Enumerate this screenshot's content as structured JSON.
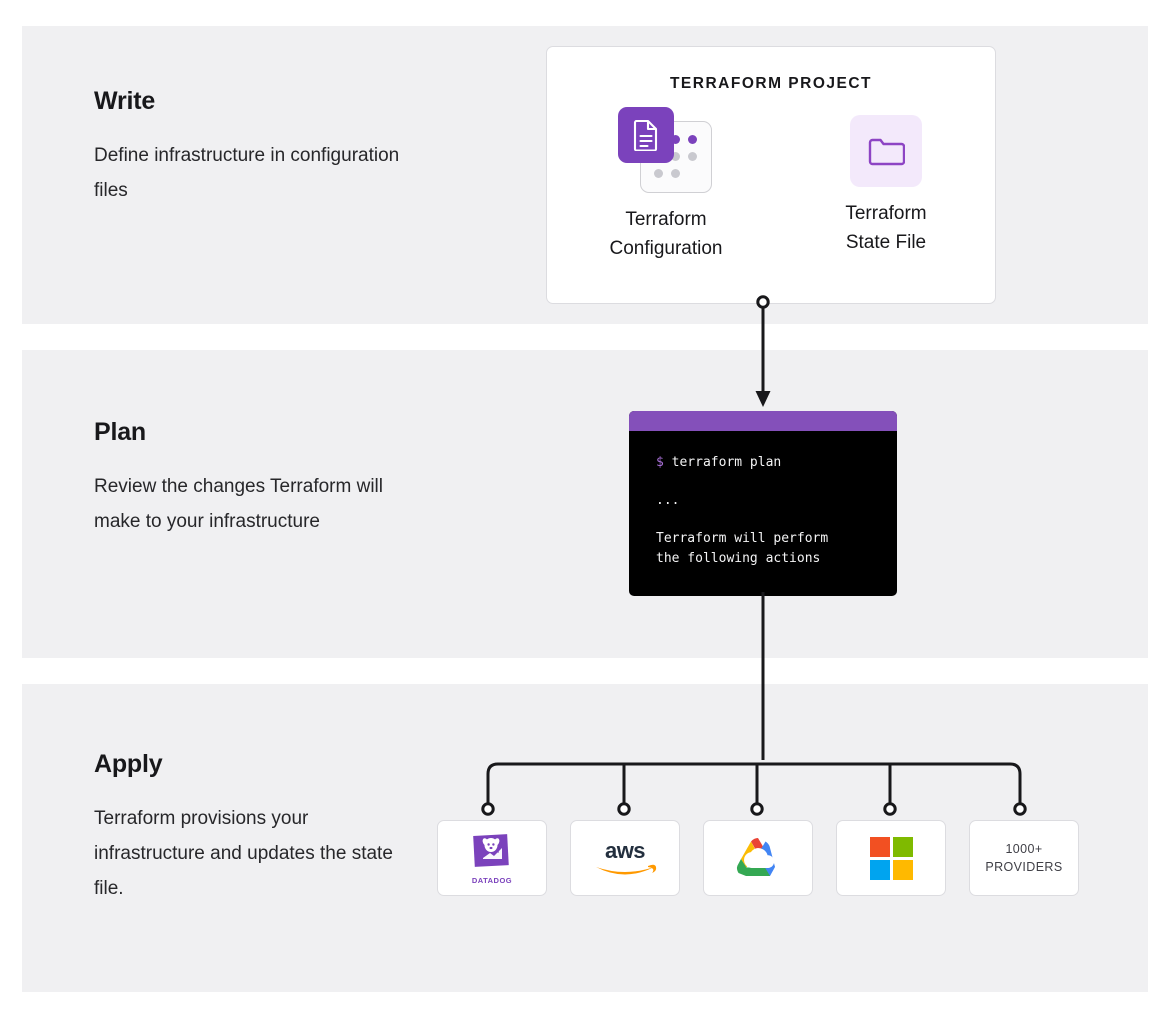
{
  "theme": {
    "band_bg": "#f0f0f2",
    "page_bg": "#ffffff",
    "brand_purple": "#7b42bc",
    "terminal_titlebar": "#8450ba",
    "terminal_bg": "#000000",
    "card_border": "#dcdce0",
    "dot_purple": "#7b42bc",
    "dot_gray": "#c9c9cf",
    "state_tile_bg": "#f3e9fb",
    "connector_stroke": "#18181b"
  },
  "steps": [
    {
      "id": "write",
      "title": "Write",
      "description": "Define infrastructure in configuration files"
    },
    {
      "id": "plan",
      "title": "Plan",
      "description": "Review the changes Terraform will make to your infrastructure"
    },
    {
      "id": "apply",
      "title": "Apply",
      "description": "Terraform provisions your infrastructure and updates the state file."
    }
  ],
  "project_card": {
    "title": "TERRAFORM PROJECT",
    "assets": [
      {
        "id": "configuration",
        "label_line1": "Terraform",
        "label_line2": "Configuration",
        "icon": "document-tile-icon",
        "dot_grid": [
          [
            "purple",
            "purple",
            "purple"
          ],
          [
            "purple",
            "gray",
            "gray"
          ],
          [
            "gray",
            "gray",
            "blank"
          ]
        ]
      },
      {
        "id": "state-file",
        "label_line1": "Terraform",
        "label_line2": "State File",
        "icon": "folder-icon"
      }
    ]
  },
  "terminal": {
    "prompt_symbol": "$",
    "command": "terraform plan",
    "ellipsis": "...",
    "output_line1": "Terraform will perform",
    "output_line2": "the following actions"
  },
  "providers": [
    {
      "id": "datadog",
      "name": "DATADOG",
      "icon": "datadog-logo-icon"
    },
    {
      "id": "aws",
      "name": "aws",
      "icon": "aws-logo-icon"
    },
    {
      "id": "gcp",
      "name": "Google Cloud",
      "icon": "google-cloud-logo-icon"
    },
    {
      "id": "azure",
      "name": "Microsoft",
      "icon": "microsoft-logo-icon"
    },
    {
      "id": "more",
      "name": "1000+ PROVIDERS",
      "line1": "1000+",
      "line2": "PROVIDERS",
      "icon": "text-only"
    }
  ]
}
